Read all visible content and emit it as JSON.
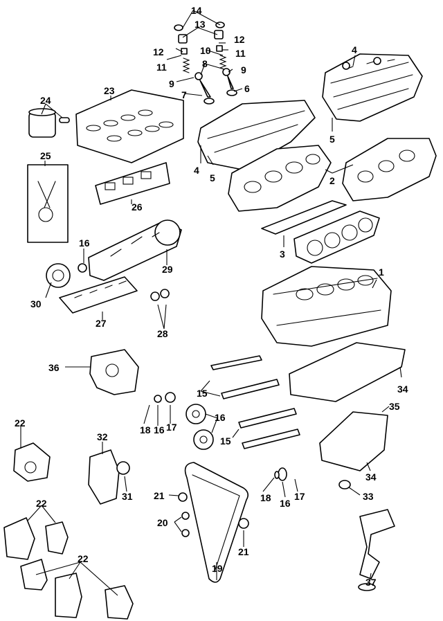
{
  "callouts": [
    {
      "id": "c14a",
      "text": "14"
    },
    {
      "id": "c13",
      "text": "13"
    },
    {
      "id": "c12a",
      "text": "12"
    },
    {
      "id": "c12b",
      "text": "12"
    },
    {
      "id": "c11a",
      "text": "11"
    },
    {
      "id": "c11b",
      "text": "11"
    },
    {
      "id": "c10",
      "text": "10"
    },
    {
      "id": "c8",
      "text": "8"
    },
    {
      "id": "c9a",
      "text": "9"
    },
    {
      "id": "c9b",
      "text": "9"
    },
    {
      "id": "c7",
      "text": "7"
    },
    {
      "id": "c6",
      "text": "6"
    },
    {
      "id": "c4a",
      "text": "4"
    },
    {
      "id": "c4b",
      "text": "4"
    },
    {
      "id": "c5a",
      "text": "5"
    },
    {
      "id": "c5b",
      "text": "5"
    },
    {
      "id": "c2",
      "text": "2"
    },
    {
      "id": "c3",
      "text": "3"
    },
    {
      "id": "c1",
      "text": "1"
    },
    {
      "id": "c24",
      "text": "24"
    },
    {
      "id": "c23",
      "text": "23"
    },
    {
      "id": "c25",
      "text": "25"
    },
    {
      "id": "c26",
      "text": "26"
    },
    {
      "id": "c16a",
      "text": "16"
    },
    {
      "id": "c29",
      "text": "29"
    },
    {
      "id": "c30",
      "text": "30"
    },
    {
      "id": "c27",
      "text": "27"
    },
    {
      "id": "c28",
      "text": "28"
    },
    {
      "id": "c36",
      "text": "36"
    },
    {
      "id": "c15a",
      "text": "15"
    },
    {
      "id": "c34a",
      "text": "34"
    },
    {
      "id": "c18a",
      "text": "18"
    },
    {
      "id": "c16b",
      "text": "16"
    },
    {
      "id": "c17a",
      "text": "17"
    },
    {
      "id": "c16c",
      "text": "16"
    },
    {
      "id": "c15b",
      "text": "15"
    },
    {
      "id": "c35",
      "text": "35"
    },
    {
      "id": "c22a",
      "text": "22"
    },
    {
      "id": "c32",
      "text": "32"
    },
    {
      "id": "c31",
      "text": "31"
    },
    {
      "id": "c34b",
      "text": "34"
    },
    {
      "id": "c21a",
      "text": "21"
    },
    {
      "id": "c18b",
      "text": "18"
    },
    {
      "id": "c16d",
      "text": "16"
    },
    {
      "id": "c17b",
      "text": "17"
    },
    {
      "id": "c33",
      "text": "33"
    },
    {
      "id": "c22b",
      "text": "22"
    },
    {
      "id": "c20",
      "text": "20"
    },
    {
      "id": "c21b",
      "text": "21"
    },
    {
      "id": "c19",
      "text": "19"
    },
    {
      "id": "c22c",
      "text": "22"
    },
    {
      "id": "c37",
      "text": "37"
    }
  ]
}
